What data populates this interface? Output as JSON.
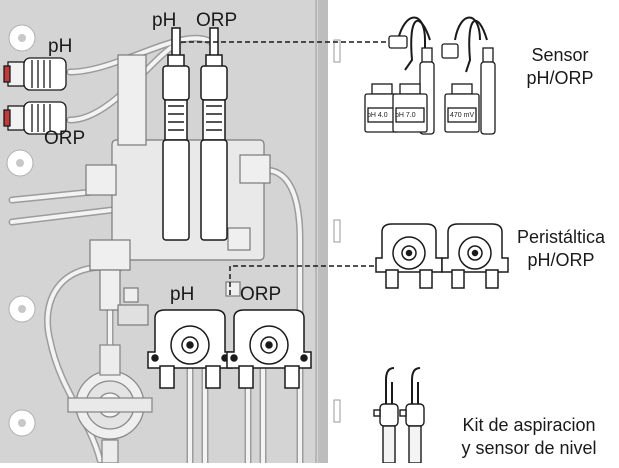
{
  "panel_labels": {
    "ph_connector": "pH",
    "orp_connector": "ORP",
    "ph_sensor": "pH",
    "orp_sensor": "ORP",
    "ph_pump": "pH",
    "orp_pump": "ORP"
  },
  "callouts": {
    "sensor": {
      "line1": "Sensor",
      "line2": "pH/ORP"
    },
    "pump": {
      "line1": "Peristáltica",
      "line2": "pH/ORP"
    },
    "kit": {
      "line1": "Kit de aspiracion",
      "line2": "y sensor de nivel"
    }
  },
  "buffer_bottles": [
    "pH 4.0",
    "pH 7.0",
    "470 mV"
  ],
  "colors": {
    "line": "#1a1a1a",
    "panel": "#c8c8c8",
    "parts": "#d9d9d9",
    "connector": "#c2393a"
  }
}
